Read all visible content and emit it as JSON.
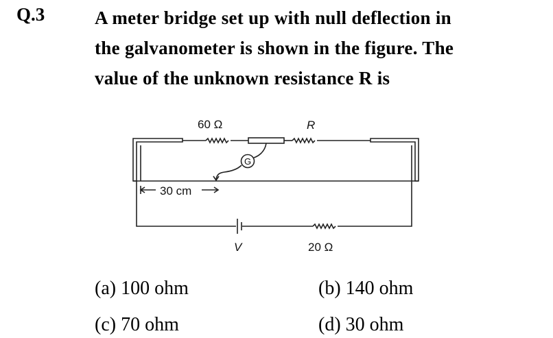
{
  "question": {
    "number": "Q.3",
    "lines": [
      "A meter bridge set up with null deflection in",
      "the galvanometer is shown in the figure. The",
      "value of the unknown resistance R is"
    ]
  },
  "figure": {
    "resistor_left_label": "60 Ω",
    "resistor_right_label": "R",
    "galvanometer_label": "G",
    "length_label": "30 cm",
    "battery_label": "V",
    "resistor_bottom_label": "20 Ω"
  },
  "options": [
    {
      "text": "(a) 100 ohm"
    },
    {
      "text": "(b) 140 ohm"
    },
    {
      "text": "(c) 70 ohm"
    },
    {
      "text": "(d) 30 ohm"
    }
  ]
}
